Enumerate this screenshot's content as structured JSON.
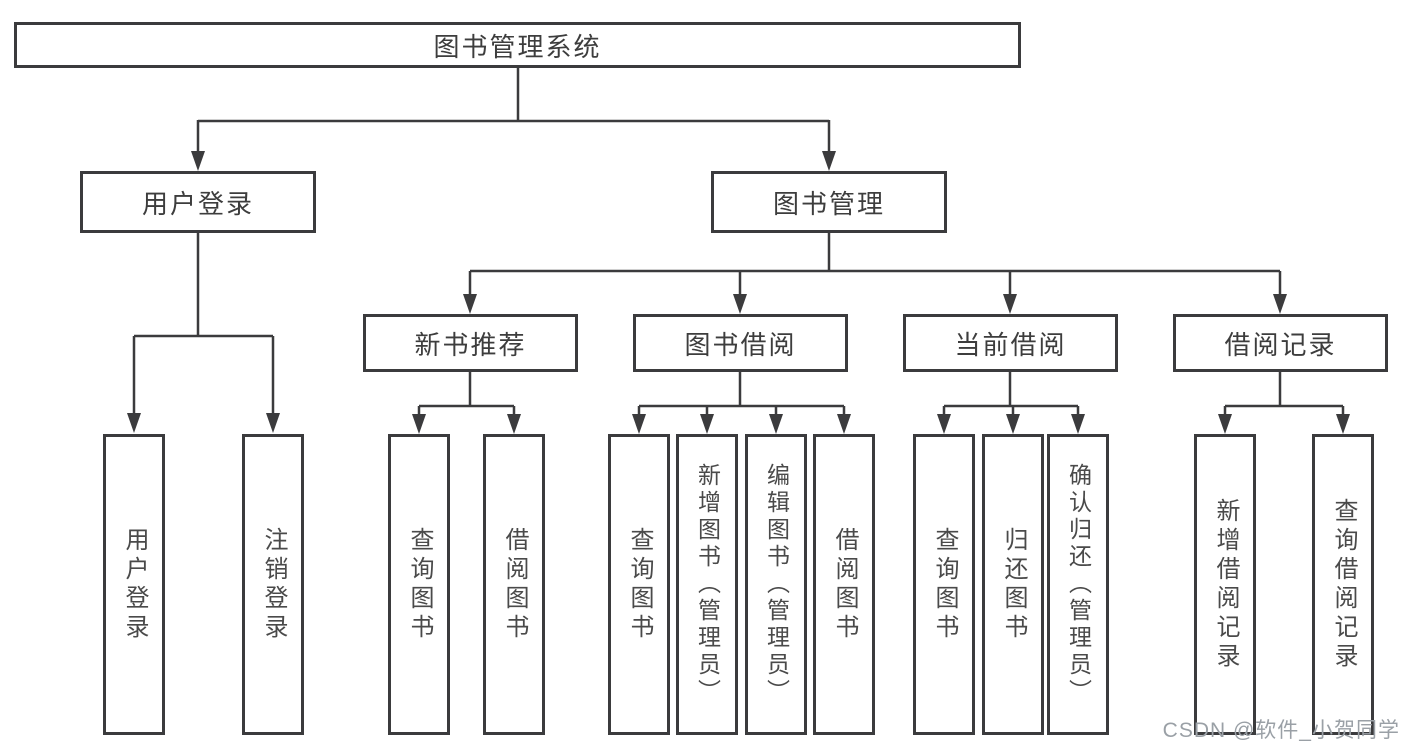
{
  "tree": {
    "label": "图书管理系统",
    "children": [
      {
        "label": "用户登录",
        "children": [
          {
            "label": "用户登录"
          },
          {
            "label": "注销登录"
          }
        ]
      },
      {
        "label": "图书管理",
        "children": [
          {
            "label": "新书推荐",
            "children": [
              {
                "label": "查询图书"
              },
              {
                "label": "借阅图书"
              }
            ]
          },
          {
            "label": "图书借阅",
            "children": [
              {
                "label": "查询图书"
              },
              {
                "label": "新增图书（管理员）"
              },
              {
                "label": "编辑图书（管理员）"
              },
              {
                "label": "借阅图书"
              }
            ]
          },
          {
            "label": "当前借阅",
            "children": [
              {
                "label": "查询图书"
              },
              {
                "label": "归还图书"
              },
              {
                "label": "确认归还（管理员）"
              }
            ]
          },
          {
            "label": "借阅记录",
            "children": [
              {
                "label": "新增借阅记录"
              },
              {
                "label": "查询借阅记录"
              }
            ]
          }
        ]
      }
    ]
  },
  "watermark": {
    "text": "CSDN @软件_小贺同学"
  },
  "colors": {
    "line": "#3b3b3d",
    "box_border": "#3b3b3d",
    "text": "#3d3d3d",
    "watermark": "#9aa0a6",
    "background": "#ffffff"
  }
}
